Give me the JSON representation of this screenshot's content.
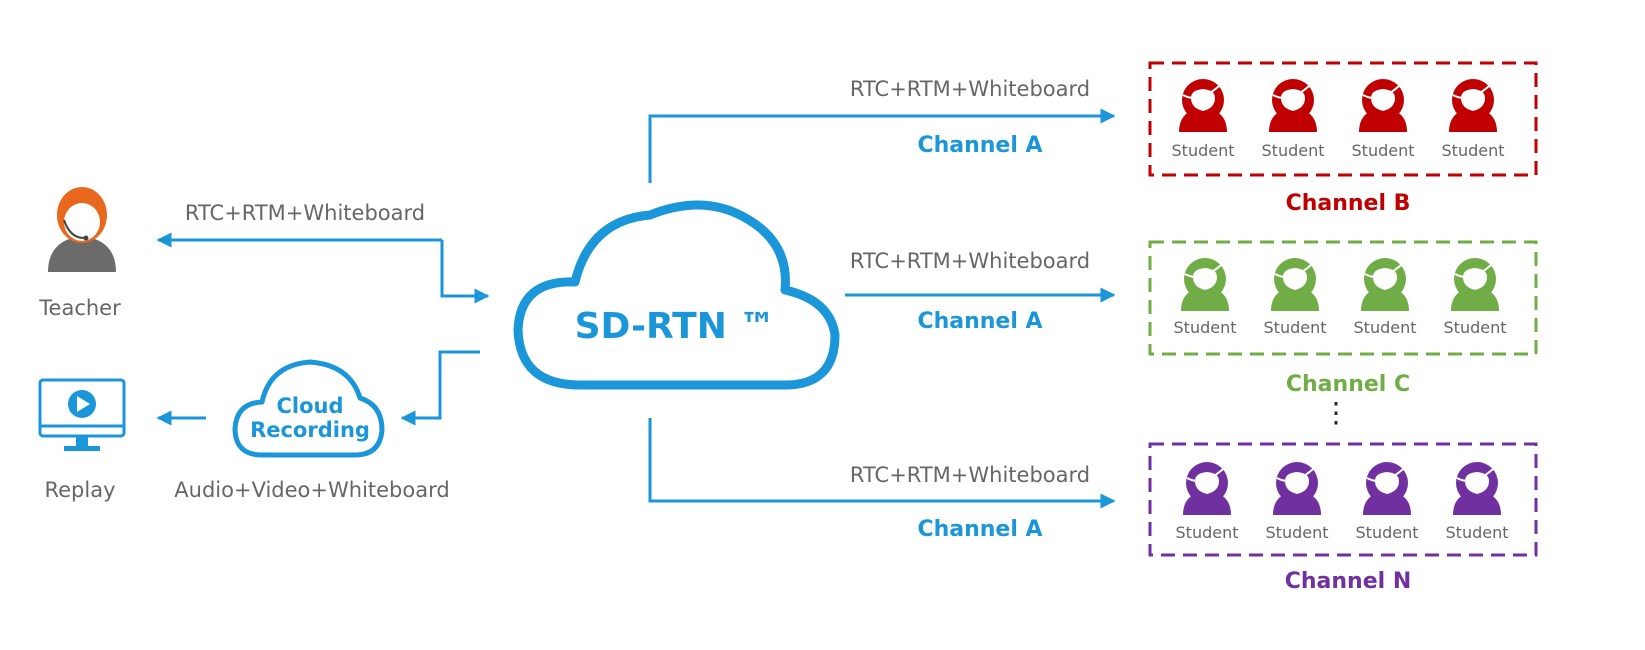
{
  "cloud": {
    "label": "SD-RTN ™"
  },
  "teacher": {
    "label": "Teacher",
    "protocol": "RTC+RTM+Whiteboard"
  },
  "recording": {
    "line1": "Cloud",
    "line2": "Recording",
    "protocol": "Audio+Video+Whiteboard"
  },
  "replay": {
    "label": "Replay"
  },
  "ellipsis": "⋮",
  "branches": [
    {
      "protocol": "RTC+RTM+Whiteboard",
      "channel_label": "Channel A",
      "group_label": "Channel B",
      "color": "#c00000",
      "students": [
        "Student",
        "Student",
        "Student",
        "Student"
      ]
    },
    {
      "protocol": "RTC+RTM+Whiteboard",
      "channel_label": "Channel A",
      "group_label": "Channel C",
      "color": "#70ad47",
      "students": [
        "Student",
        "Student",
        "Student",
        "Student"
      ]
    },
    {
      "protocol": "RTC+RTM+Whiteboard",
      "channel_label": "Channel A",
      "group_label": "Channel N",
      "color": "#7030a0",
      "students": [
        "Student",
        "Student",
        "Student",
        "Student"
      ]
    }
  ],
  "colors": {
    "flow": "#1a96d9",
    "channel_text": "#1a96d9",
    "teacher_hair": "#e8691e",
    "teacher_body": "#6b6b6b"
  }
}
